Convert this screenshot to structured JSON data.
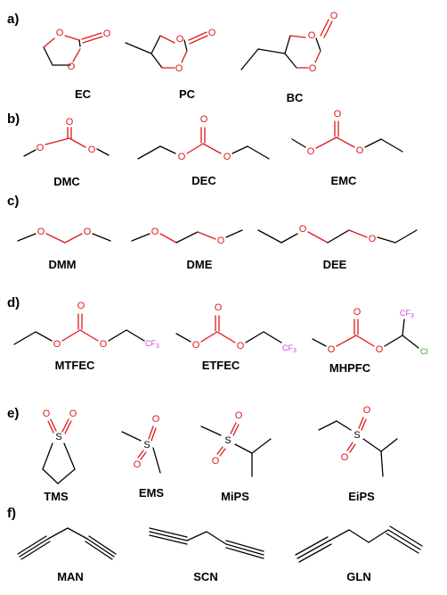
{
  "panels": {
    "a": {
      "label": "a)",
      "molecules": [
        "EC",
        "PC",
        "BC"
      ]
    },
    "b": {
      "label": "b)",
      "molecules": [
        "DMC",
        "DEC",
        "EMC"
      ]
    },
    "c": {
      "label": "c)",
      "molecules": [
        "DMM",
        "DME",
        "DEE"
      ]
    },
    "d": {
      "label": "d)",
      "molecules": [
        "MTFEC",
        "ETFEC",
        "MHPFC"
      ]
    },
    "e": {
      "label": "e)",
      "molecules": [
        "TMS",
        "EMS",
        "MiPS",
        "EiPS"
      ]
    },
    "f": {
      "label": "f)",
      "molecules": [
        "MAN",
        "SCN",
        "GLN"
      ]
    }
  },
  "atoms": {
    "oxygen": "O",
    "sulfur": "S",
    "trifluoromethyl": "CF3",
    "chlorine": "Cl"
  },
  "colors": {
    "oxygen": "#e01818",
    "fluorine": "#d63fd6",
    "chlorine": "#2aa32a",
    "bond": "#000000"
  }
}
